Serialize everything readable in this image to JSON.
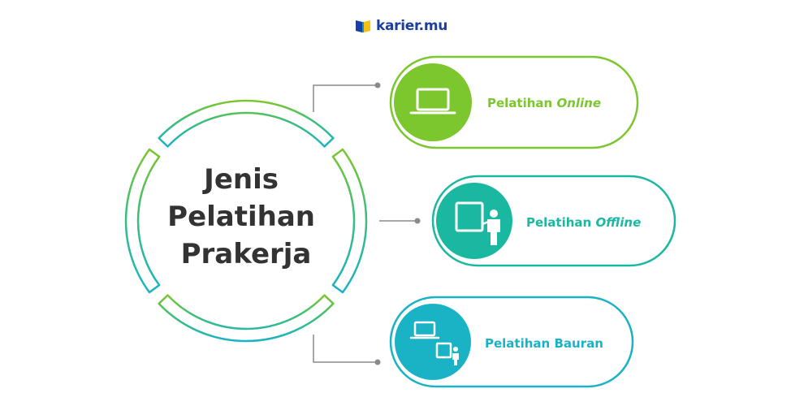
{
  "logo": {
    "text": "karier.mu"
  },
  "center": {
    "lines": [
      "Jenis",
      "Pelatihan",
      "Prakerja"
    ]
  },
  "items": [
    {
      "label_main": "Pelatihan ",
      "label_em": "Online",
      "color": "#7cc62e",
      "icon": "laptop-icon"
    },
    {
      "label_main": "Pelatihan ",
      "label_em": "Offline",
      "color": "#1ab8a0",
      "icon": "whiteboard-teacher-icon"
    },
    {
      "label_main": "Pelatihan Bauran",
      "label_em": "",
      "color": "#1ab3c6",
      "icon": "laptop-and-teacher-icon"
    }
  ],
  "colors": {
    "ring_green": "#7cc62e",
    "ring_teal": "#1ab8a0",
    "connector": "#8a8a8a",
    "text_dark": "#333333"
  }
}
